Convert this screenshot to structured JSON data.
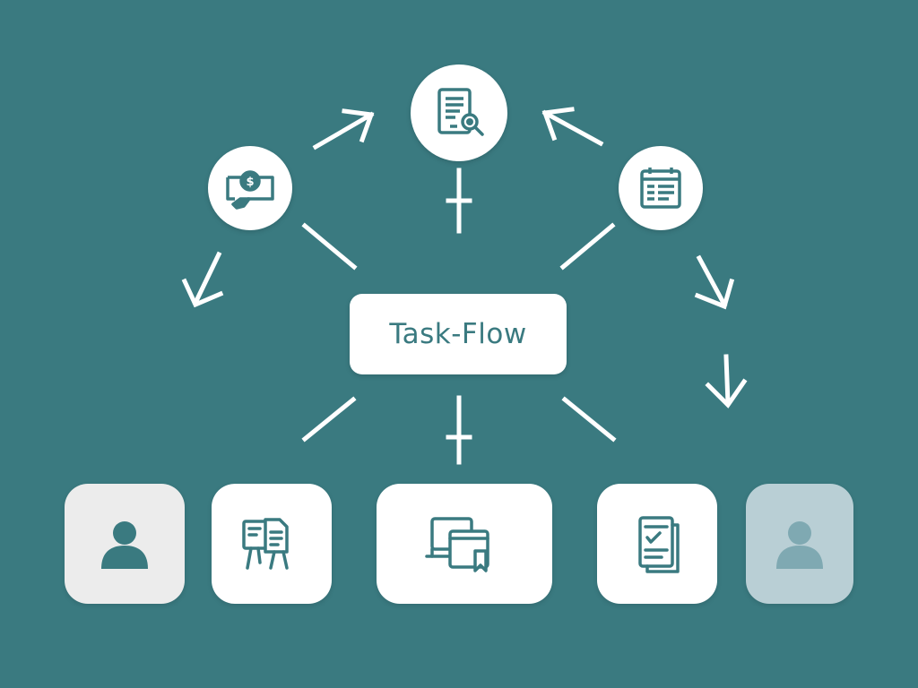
{
  "diagram": {
    "center_label": "Task-Flow",
    "colors": {
      "background": "#3a7a80",
      "node_fill": "#ffffff",
      "icon_stroke": "#3a7a80",
      "muted_tile_light": "#ececec",
      "muted_tile_blue": "#b9cfd5"
    },
    "nodes": [
      {
        "name": "document-search-node",
        "icon": "document-search-icon"
      },
      {
        "name": "payment-node",
        "icon": "payment-icon"
      },
      {
        "name": "calendar-node",
        "icon": "calendar-icon"
      }
    ],
    "tiles": [
      {
        "name": "user-tile-left",
        "icon": "user-icon"
      },
      {
        "name": "presentation-tile",
        "icon": "presentation-board-icon"
      },
      {
        "name": "devices-tile",
        "icon": "devices-bookmark-icon"
      },
      {
        "name": "checklist-tile",
        "icon": "checklist-document-icon"
      },
      {
        "name": "user-tile-right",
        "icon": "user-icon"
      }
    ]
  }
}
